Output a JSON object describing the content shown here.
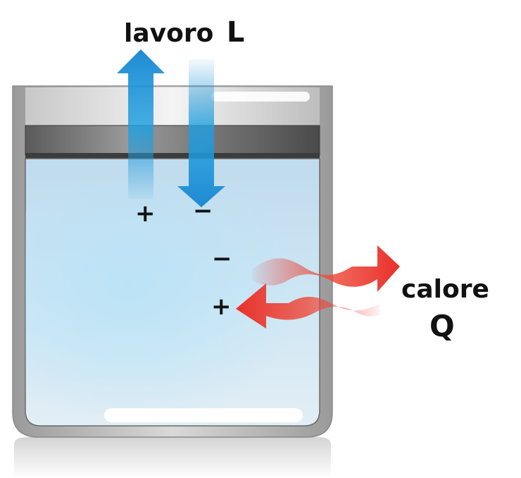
{
  "work": {
    "word": "lavoro",
    "symbol": "L",
    "out_sign": "+",
    "in_sign": "−"
  },
  "heat": {
    "word": "calore",
    "symbol": "Q",
    "out_sign": "−",
    "in_sign": "+"
  },
  "colors": {
    "work_arrow": "#1e90d6",
    "heat_arrow": "#e8302a",
    "gas_fill": "#cfe6f3",
    "piston": "#595959",
    "container_wall": "#b8b8b8"
  }
}
